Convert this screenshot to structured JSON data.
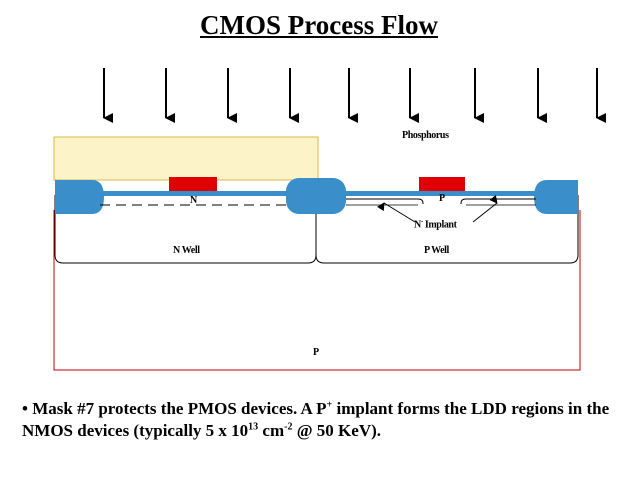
{
  "title": "CMOS Process Flow",
  "labels": {
    "phosphorus": "Phosphorus",
    "n_diff": "N",
    "p_diff": "P",
    "implant_prefix": "N",
    "implant_sup": "-",
    "implant_suffix": " Implant",
    "n_well": "N Well",
    "p_well": "P Well",
    "substrate": "P"
  },
  "bullet": {
    "marker": "•",
    "part1": " Mask #7 protects the PMOS devices. A P",
    "sup1": "+",
    "part2": " implant forms the LDD regions in the NMOS devices (typically 5 x 10",
    "sup2": "13",
    "part3": " cm",
    "sup3": "-2",
    "part4": " @ 50 KeV)."
  },
  "colors": {
    "oxide_blue": "#3a8fcb",
    "gate_red": "#e10000",
    "mask_fill": "#fdf3c8",
    "mask_border": "#d8b94a",
    "substrate_line": "#c00000"
  },
  "arrow_count": 9
}
